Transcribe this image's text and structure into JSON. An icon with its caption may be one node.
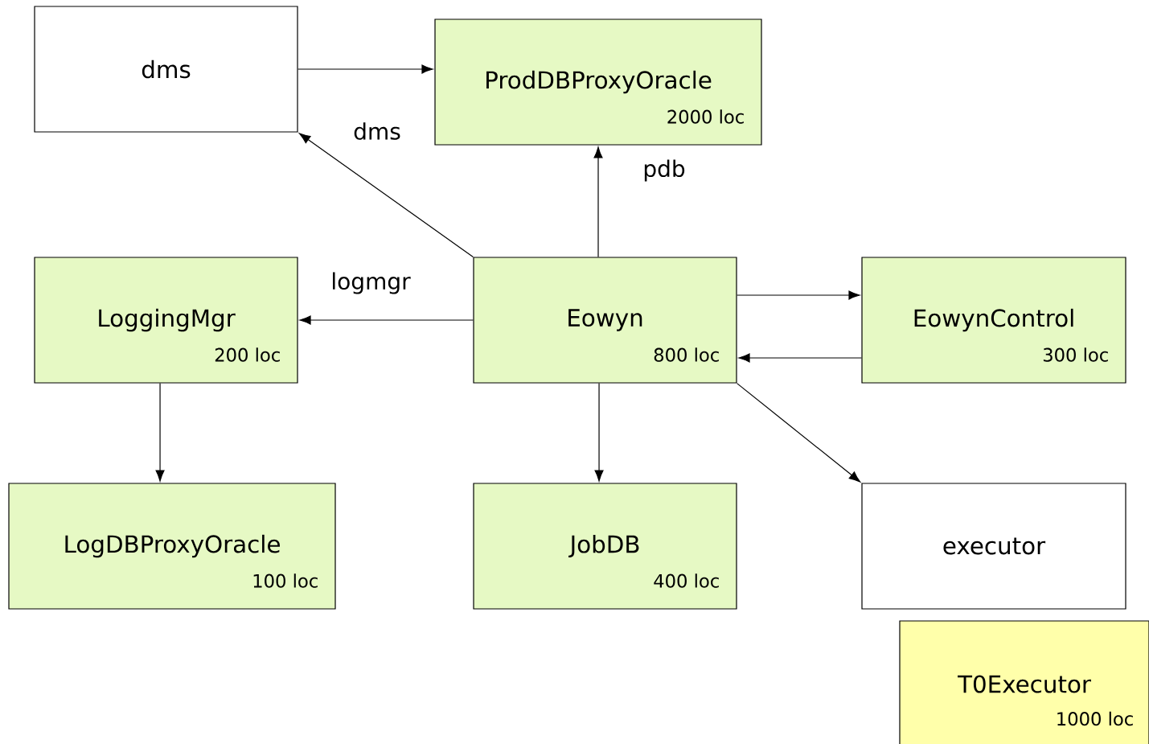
{
  "diagram": {
    "nodes": [
      {
        "text": [
          "dms"
        ]
      },
      {
        "text": [
          "ProdDBProxyOracle",
          "2000 loc"
        ]
      },
      {
        "text": [
          "LoggingMgr",
          "200 loc"
        ]
      },
      {
        "text": [
          "Eowyn",
          "800 loc"
        ]
      },
      {
        "text": [
          "EowynControl",
          "300 loc"
        ]
      },
      {
        "text": [
          "LogDBProxyOracle",
          "100 loc"
        ]
      },
      {
        "text": [
          "JobDB",
          "400 loc"
        ]
      },
      {
        "text": [
          "executor"
        ]
      },
      {
        "text": [
          "T0Executor",
          "1000 loc"
        ]
      }
    ],
    "edges": [
      {
        "from": 0,
        "to": 1,
        "arrow": "to"
      },
      {
        "from": 3,
        "to": 0,
        "arrow": "to",
        "label": "dms"
      },
      {
        "from": 3,
        "to": 1,
        "arrow": "to",
        "label": "pdb"
      },
      {
        "from": 3,
        "to": 2,
        "arrow": "to",
        "label": "logmgr"
      },
      {
        "from": 3,
        "to": 4,
        "arrow": "to"
      },
      {
        "from": 4,
        "to": 3,
        "arrow": "to"
      },
      {
        "from": 2,
        "to": 5,
        "arrow": "to"
      },
      {
        "from": 3,
        "to": 6,
        "arrow": "to"
      },
      {
        "from": 3,
        "to": 7,
        "arrow": "to"
      }
    ]
  }
}
